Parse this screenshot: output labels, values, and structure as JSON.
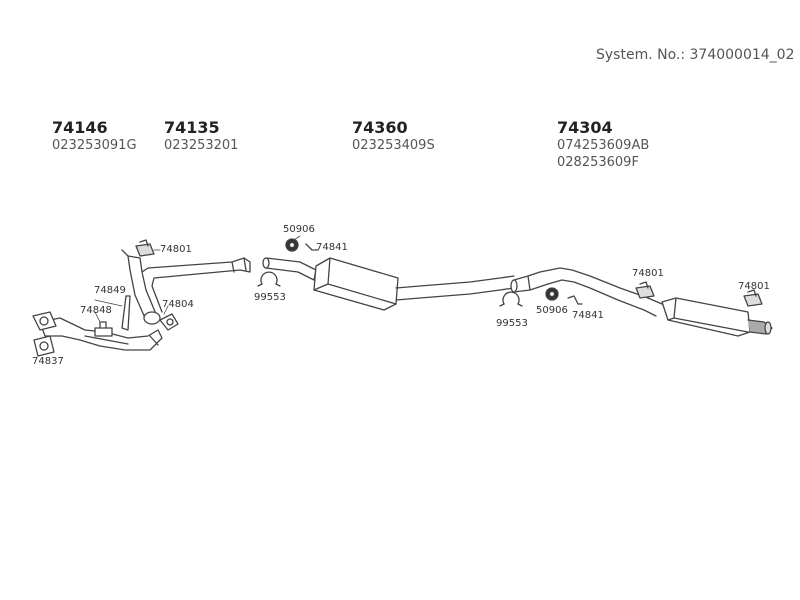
{
  "header": {
    "system_number": "System. No.: 374000014_02"
  },
  "parts": [
    {
      "number": "74146",
      "oem": [
        "023253091G"
      ]
    },
    {
      "number": "74135",
      "oem": [
        "023253201"
      ]
    },
    {
      "number": "74360",
      "oem": [
        "023253409S"
      ]
    },
    {
      "number": "74304",
      "oem": [
        "074253609AB",
        "028253609F"
      ]
    }
  ],
  "callouts": {
    "front_hanger_top": "74801",
    "seal_front": "50906",
    "spring_front": "74841",
    "clamp_front": "99553",
    "bracket_long": "74849",
    "flange_gasket": "74804",
    "rubber_mount": "74848",
    "manifold_gasket": "74837",
    "clamp_rear": "99553",
    "seal_rear": "50906",
    "spring_rear": "74841",
    "rear_hanger_left": "74801",
    "rear_hanger_right": "74801"
  },
  "colors": {
    "line": "#444444",
    "fill": "#ffffff",
    "text": "#333333"
  }
}
